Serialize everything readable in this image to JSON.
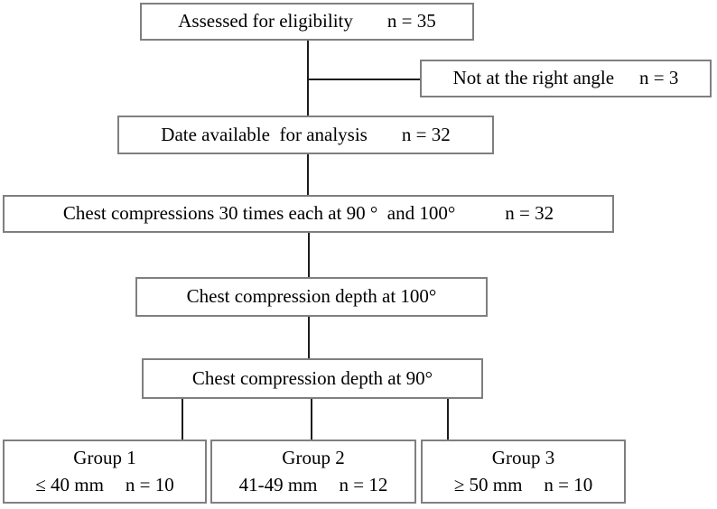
{
  "flowchart": {
    "assessed": {
      "label": "Assessed for eligibility",
      "n": "n = 35"
    },
    "excluded": {
      "label": "Not at the right angle",
      "n": "n = 3"
    },
    "date_available": {
      "label": "Date available  for analysis",
      "n": "n = 32"
    },
    "compressions": {
      "label": "Chest compressions 30 times each at 90 °  and 100°",
      "n": "n = 32"
    },
    "depth_100": {
      "label": "Chest compression depth at 100°"
    },
    "depth_90": {
      "label": "Chest compression depth at 90°"
    },
    "group1": {
      "title": "Group 1",
      "range": "≤ 40 mm",
      "n": "n = 10"
    },
    "group2": {
      "title": "Group 2",
      "range": "41-49 mm",
      "n": "n = 12"
    },
    "group3": {
      "title": "Group 3",
      "range": "≥ 50 mm",
      "n": "n = 10"
    },
    "edges": [
      {
        "from": "assessed",
        "to": "date_available"
      },
      {
        "from": "assessed",
        "to": "excluded"
      },
      {
        "from": "date_available",
        "to": "compressions"
      },
      {
        "from": "compressions",
        "to": "depth_100"
      },
      {
        "from": "depth_100",
        "to": "depth_90"
      },
      {
        "from": "depth_90",
        "to": "group1"
      },
      {
        "from": "depth_90",
        "to": "group2"
      },
      {
        "from": "depth_90",
        "to": "group3"
      }
    ]
  },
  "colors": {
    "box_border": "#7f7f7f",
    "connector": "#1c1c1c",
    "text": "#000000",
    "background": "#ffffff"
  }
}
